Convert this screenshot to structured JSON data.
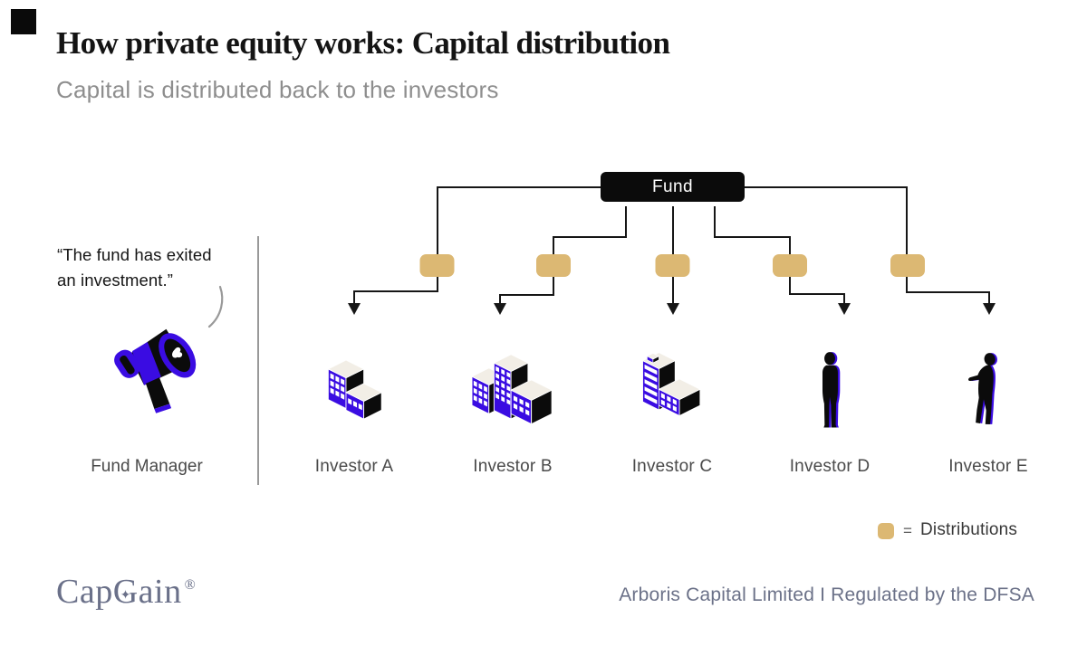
{
  "header": {
    "title": "How private equity works: Capital distribution",
    "subtitle": "Capital is distributed back to the investors"
  },
  "diagram": {
    "fund_label": "Fund"
  },
  "fund_manager": {
    "quote_line1": "“The fund has exited",
    "quote_line2": "an investment.”",
    "label": "Fund Manager"
  },
  "investors": [
    {
      "label": "Investor A"
    },
    {
      "label": "Investor B"
    },
    {
      "label": "Investor C"
    },
    {
      "label": "Investor D"
    },
    {
      "label": "Investor E"
    }
  ],
  "legend": {
    "equals": "=",
    "label": "Distributions"
  },
  "footer": {
    "logo_text": "CapGain",
    "logo_render": {
      "pre": "Cap",
      "g": "G",
      "post": "ain"
    },
    "logo_star": "✦",
    "registered": "®",
    "disclaimer": "Arboris Capital Limited I Regulated by the DFSA"
  },
  "colors": {
    "accent_purple": "#3A0CE2",
    "distribution_tan": "#DCB873",
    "ink_black": "#141414",
    "subtitle_gray": "#8E8E8E",
    "label_gray": "#4A4A4A",
    "footer_gray_blue": "#6B7188",
    "roof_cream": "#F2EEE6"
  }
}
